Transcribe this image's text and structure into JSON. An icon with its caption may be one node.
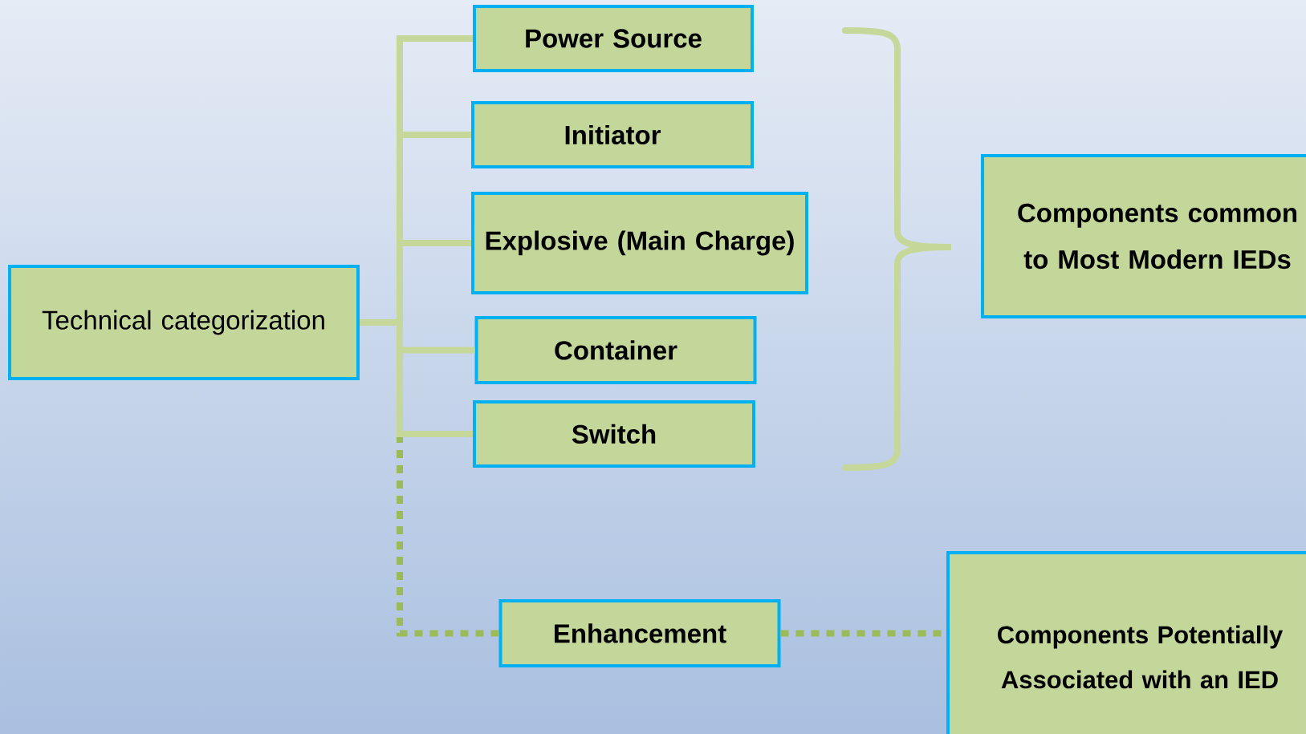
{
  "diagram": {
    "nodes": [
      {
        "text": [
          "Technical categorization"
        ]
      },
      {
        "text": [
          "Power Source"
        ]
      },
      {
        "text": [
          "Initiator"
        ]
      },
      {
        "text": [
          "Explosive (Main Charge)"
        ]
      },
      {
        "text": [
          "Container"
        ]
      },
      {
        "text": [
          "Switch"
        ]
      },
      {
        "text": [
          "Enhancement"
        ]
      },
      {
        "text": [
          "Components common to Most Modern IEDs"
        ]
      },
      {
        "text": [
          "Components Potentially Associated with an IED"
        ]
      }
    ],
    "edges": [
      {
        "from": 0,
        "to": 1,
        "arrow": "none"
      },
      {
        "from": 0,
        "to": 2,
        "arrow": "none"
      },
      {
        "from": 0,
        "to": 3,
        "arrow": "none"
      },
      {
        "from": 0,
        "to": 4,
        "arrow": "none"
      },
      {
        "from": 0,
        "to": 5,
        "arrow": "none"
      },
      {
        "from": 0,
        "to": 6,
        "arrow": "none",
        "style": "dashed",
        "color": "#9bbb59"
      },
      {
        "from": 6,
        "to": 8,
        "arrow": "none",
        "style": "dashed",
        "color": "#9bbb59"
      }
    ]
  }
}
